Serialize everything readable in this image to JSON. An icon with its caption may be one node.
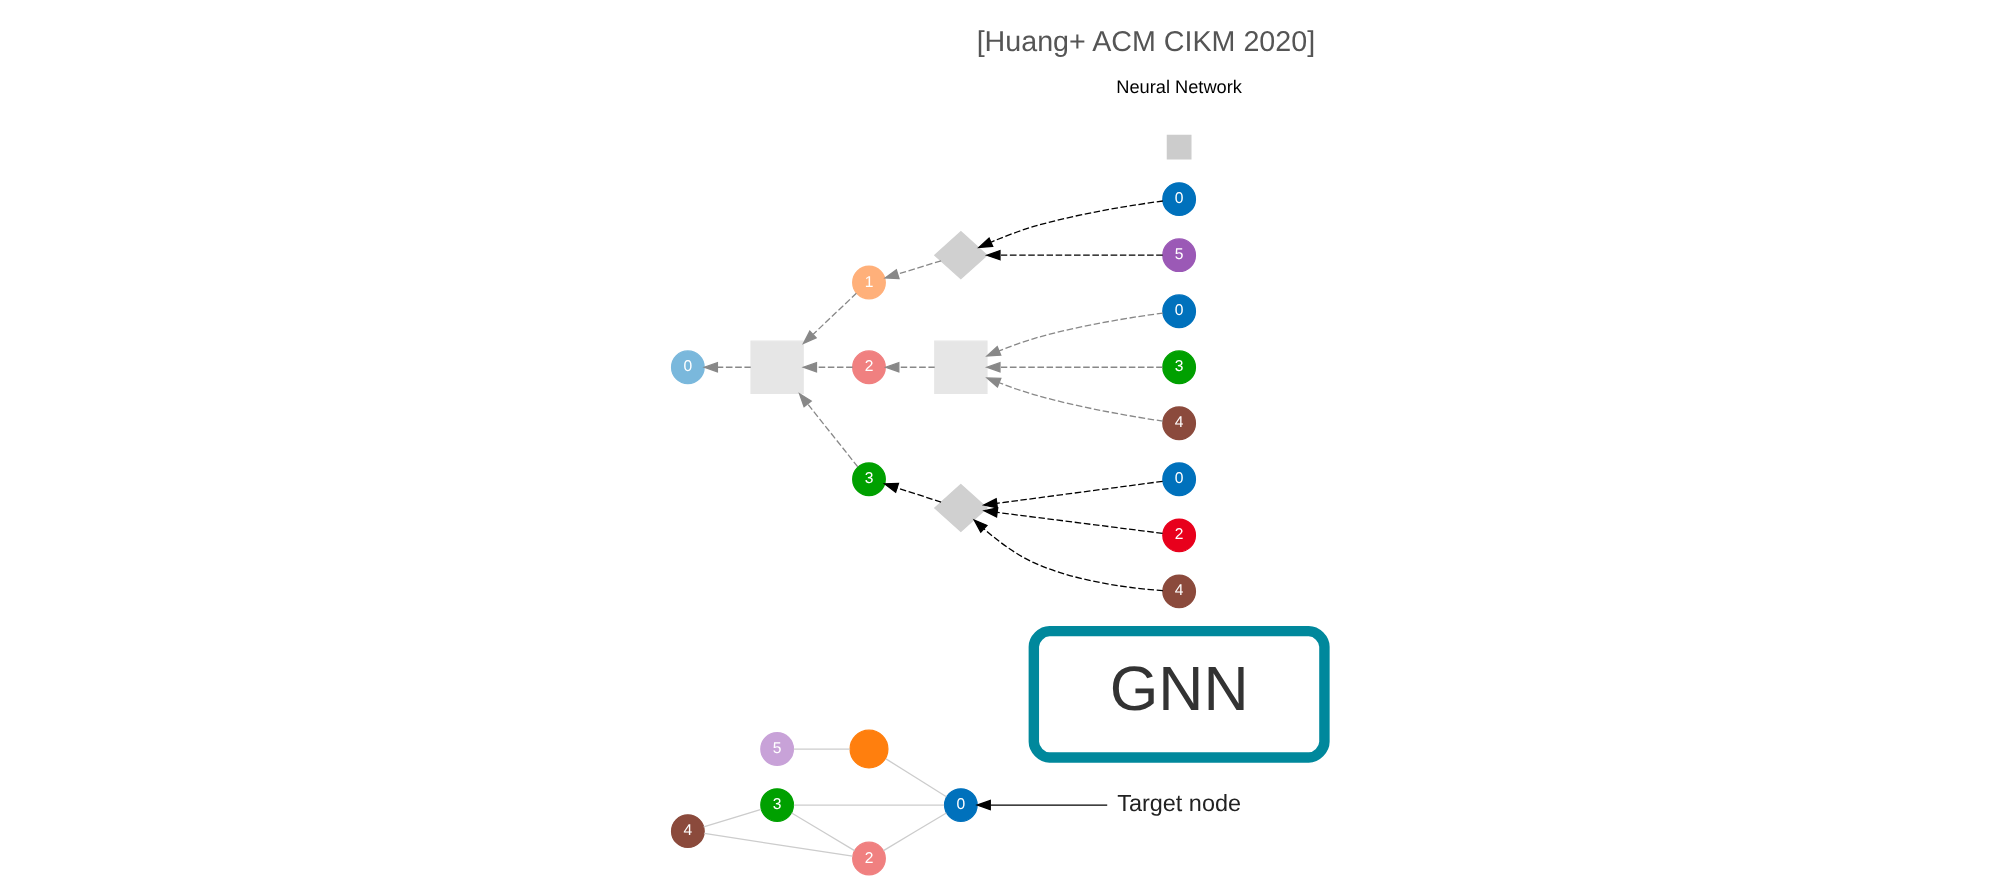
{
  "diagram": {
    "title": "[Huang+ ACM CIKM 2020]",
    "nodes": [
      {
        "text": [
          "Target node"
        ]
      },
      {
        "text": [
          "0"
        ]
      },
      {
        "text": [],
        "shape": "circle"
      },
      {
        "text": [
          "2"
        ]
      },
      {
        "text": [
          "3"
        ]
      },
      {
        "text": [
          "4"
        ]
      },
      {
        "text": [
          "5"
        ]
      },
      {
        "text": [
          "GNN"
        ]
      },
      {
        "text": [
          "0"
        ]
      },
      {
        "text": [],
        "shape": "box"
      },
      {
        "text": [
          "1"
        ]
      },
      {
        "text": [],
        "shape": "diamond"
      },
      {
        "text": [
          "0"
        ]
      },
      {
        "text": [
          "5"
        ]
      },
      {
        "text": [
          "2"
        ]
      },
      {
        "text": [],
        "shape": "box"
      },
      {
        "text": [
          "0"
        ]
      },
      {
        "text": [
          "3"
        ]
      },
      {
        "text": [
          "4"
        ]
      },
      {
        "text": [
          "3"
        ]
      },
      {
        "text": [],
        "shape": "diamond"
      },
      {
        "text": [
          "0"
        ]
      },
      {
        "text": [
          "2"
        ]
      },
      {
        "text": [
          "4"
        ]
      }
    ],
    "edges": [
      {
        "from": 0,
        "to": 1,
        "arrow": "to",
        "color": "#000000"
      },
      {
        "from": 1,
        "to": 2,
        "arrow": "none",
        "color": "#cccccc"
      },
      {
        "from": 1,
        "to": 3,
        "arrow": "none",
        "color": "#cccccc"
      },
      {
        "from": 1,
        "to": 4,
        "arrow": "none",
        "color": "#cccccc"
      },
      {
        "from": 2,
        "to": 6,
        "arrow": "none",
        "color": "#cccccc"
      },
      {
        "from": 3,
        "to": 4,
        "arrow": "none",
        "color": "#cccccc"
      },
      {
        "from": 3,
        "to": 5,
        "arrow": "none",
        "color": "#cccccc"
      },
      {
        "from": 4,
        "to": 5,
        "arrow": "none",
        "color": "#cccccc"
      },
      {
        "from": 9,
        "to": 8,
        "arrow": "to",
        "style": "dashed",
        "color": "#888888"
      },
      {
        "from": 10,
        "to": 9,
        "arrow": "to",
        "style": "dashed",
        "color": "#888888"
      },
      {
        "from": 14,
        "to": 9,
        "arrow": "to",
        "style": "dashed",
        "color": "#888888"
      },
      {
        "from": 19,
        "to": 9,
        "arrow": "to",
        "style": "dashed",
        "color": "#888888"
      },
      {
        "from": 11,
        "to": 10,
        "arrow": "to",
        "style": "dashed",
        "color": "#888888"
      },
      {
        "from": 12,
        "to": 11,
        "arrow": "to",
        "style": "dashed",
        "color": "#000000"
      },
      {
        "from": 13,
        "to": 11,
        "arrow": "to",
        "style": "dashed",
        "color": "#000000"
      },
      {
        "from": 15,
        "to": 14,
        "arrow": "to",
        "style": "dashed",
        "color": "#888888"
      },
      {
        "from": 16,
        "to": 15,
        "arrow": "to",
        "style": "dashed",
        "color": "#888888"
      },
      {
        "from": 17,
        "to": 15,
        "arrow": "to",
        "style": "dashed",
        "color": "#888888"
      },
      {
        "from": 18,
        "to": 15,
        "arrow": "to",
        "style": "dashed",
        "color": "#888888"
      },
      {
        "from": 20,
        "to": 19,
        "arrow": "to",
        "style": "dashed",
        "color": "#000000"
      },
      {
        "from": 21,
        "to": 20,
        "arrow": "to",
        "style": "dashed",
        "color": "#000000"
      },
      {
        "from": 22,
        "to": 20,
        "arrow": "to",
        "style": "dashed",
        "color": "#000000"
      },
      {
        "from": 23,
        "to": 20,
        "arrow": "to",
        "style": "dashed",
        "color": "#000000"
      }
    ],
    "legend": [
      {
        "text": "Neural Network",
        "color": "#cccccc"
      }
    ]
  }
}
